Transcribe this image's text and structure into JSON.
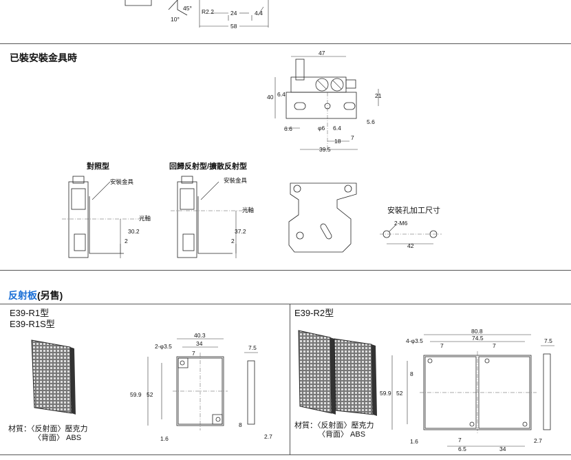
{
  "top_dims": {
    "d45": "45°",
    "d10": "10°",
    "r22": "R2.2",
    "d24": "24",
    "d44": "4.4",
    "d58": "58"
  },
  "mount_section": {
    "title": "已裝安裝金具時",
    "dims": {
      "d47": "47",
      "d40": "40",
      "d64": "6.4",
      "d21": "21",
      "d56": "5.6",
      "d66": "6.6",
      "phi6": "φ6",
      "d64b": "6.4",
      "d7": "7",
      "d18": "18",
      "d395": "39.5"
    }
  },
  "diagrams": {
    "thru_title": "對照型",
    "retro_title": "回歸反射型/擴散反射型",
    "bracket_label": "安裝金具",
    "axis_label": "光軸",
    "d302": "30.2",
    "d2": "2",
    "d372": "37.2",
    "d2b": "2",
    "hole_title": "安裝孔加工尺寸",
    "m6": "2-M6",
    "d42": "42"
  },
  "reflector": {
    "title_blue": "反射板",
    "title_rest": "(另售)",
    "left": {
      "model1": "E39-R1型",
      "model2": "E39-R1S型",
      "mat1": "材質：〈反射面〉壓克力",
      "mat2": "〈背面〉 ABS",
      "dims": {
        "d403": "40.3",
        "d235": "2-φ3.5",
        "d34": "34",
        "d7": "7",
        "d75": "7.5",
        "d599": "59.9",
        "d52": "52",
        "d8": "8",
        "d16": "1.6",
        "d27": "2.7"
      }
    },
    "right": {
      "model": "E39-R2型",
      "mat1": "材質：〈反射面〉壓克力",
      "mat2": "〈背面〉 ABS",
      "dims": {
        "d808": "80.8",
        "d745": "74.5",
        "d435": "4-φ3.5",
        "d7a": "7",
        "d7b": "7",
        "d75": "7.5",
        "d8": "8",
        "d599": "59.9",
        "d52": "52",
        "d16": "1.6",
        "d7c": "7",
        "d27": "2.7",
        "d65": "6.5",
        "d34": "34"
      }
    }
  }
}
